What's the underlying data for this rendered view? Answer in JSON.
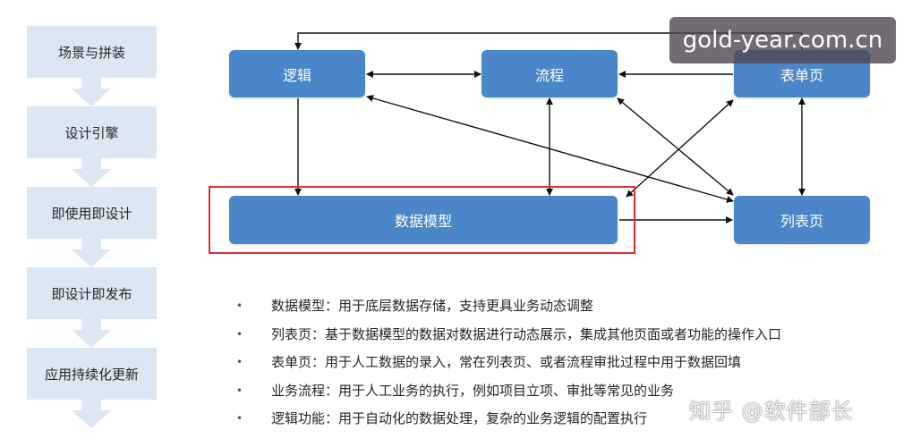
{
  "flow": {
    "steps": [
      "场景与拼装",
      "设计引擎",
      "即使用即设计",
      "即设计即发布",
      "应用持续化更新"
    ]
  },
  "diagram": {
    "nodes": {
      "logic": "逻辑",
      "process": "流程",
      "form": "表单页",
      "data_model": "数据模型",
      "list": "列表页"
    }
  },
  "bullets": [
    "数据模型：用于底层数据存储，支持更具业务动态调整",
    "列表页：基于数据模型的数据对数据进行动态展示，集成其他页面或者功能的操作入口",
    "表单页：用于人工数据的录入，常在列表页、或者流程审批过程中用于数据回填",
    "业务流程：用于人工业务的执行，例如项目立项、审批等常见的业务",
    "逻辑功能：用于自动化的数据处理，复杂的业务逻辑的配置执行"
  ],
  "watermarks": {
    "top": "gold-year.com.cn",
    "bottom": "知乎 @软件部长"
  },
  "colors": {
    "node": "#4a86c8",
    "flow_step": "#dbe7f3",
    "highlight": "#d9312e"
  }
}
